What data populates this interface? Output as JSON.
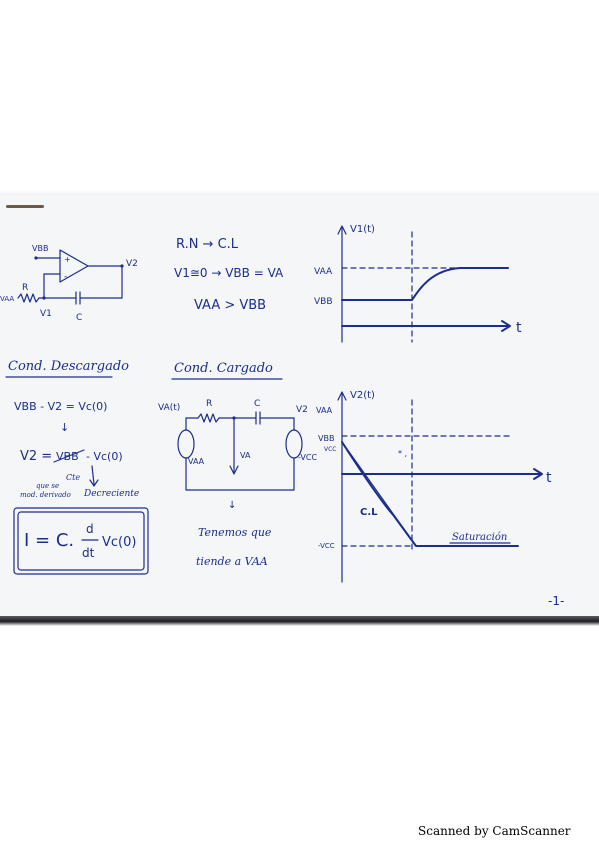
{
  "circuit": {
    "vbb": "VBB",
    "v2": "V2",
    "vaa": "VAA",
    "r": "R",
    "v1": "V1",
    "c": "C",
    "plus": "+",
    "minus": "-"
  },
  "equations": {
    "line1": "R.N → C.L",
    "line2": "V1≅0 → VBB = VA",
    "line3": "VAA > VBB"
  },
  "graph_v1": {
    "ylabel": "V1(t)",
    "level_high": "VAA",
    "level_low": "VBB",
    "xlabel": "t"
  },
  "graph_v2": {
    "ylabel": "V2(t)",
    "level_vaa": "VAA",
    "level_vbb": "VBB",
    "level_vcc": "VCC",
    "level_neg": "-VCC",
    "xlabel": "t",
    "curve_label": "C.L",
    "saturation": "Saturación",
    "star_mark": "* ,"
  },
  "discharged": {
    "title": "Cond. Descargado",
    "eq1": "VBB - V2 = Vc(0)",
    "arrow": "↓",
    "eq2_left": "V2 =",
    "eq2_crossed": "VBB",
    "eq2_right": "- Vc(0)",
    "note_cte": "Cte",
    "note_que": "que se",
    "note_decreciente": "Decreciente",
    "note_mod": "mod. derivado",
    "formula_left": "I = C.",
    "formula_num": "d",
    "formula_den": "dt",
    "formula_right": "Vc(0)"
  },
  "charged": {
    "title": "Cond. Cargado",
    "v1t": "VA(t)",
    "r": "R",
    "c": "C",
    "v2": "V2",
    "vaa": "VAA",
    "va": "VA",
    "vcc": "-VCC",
    "arrow": "↓",
    "note1": "Tenemos que",
    "note2": "tiende a VAA"
  },
  "page_number": "-1-",
  "footer": "Scanned by CamScanner"
}
